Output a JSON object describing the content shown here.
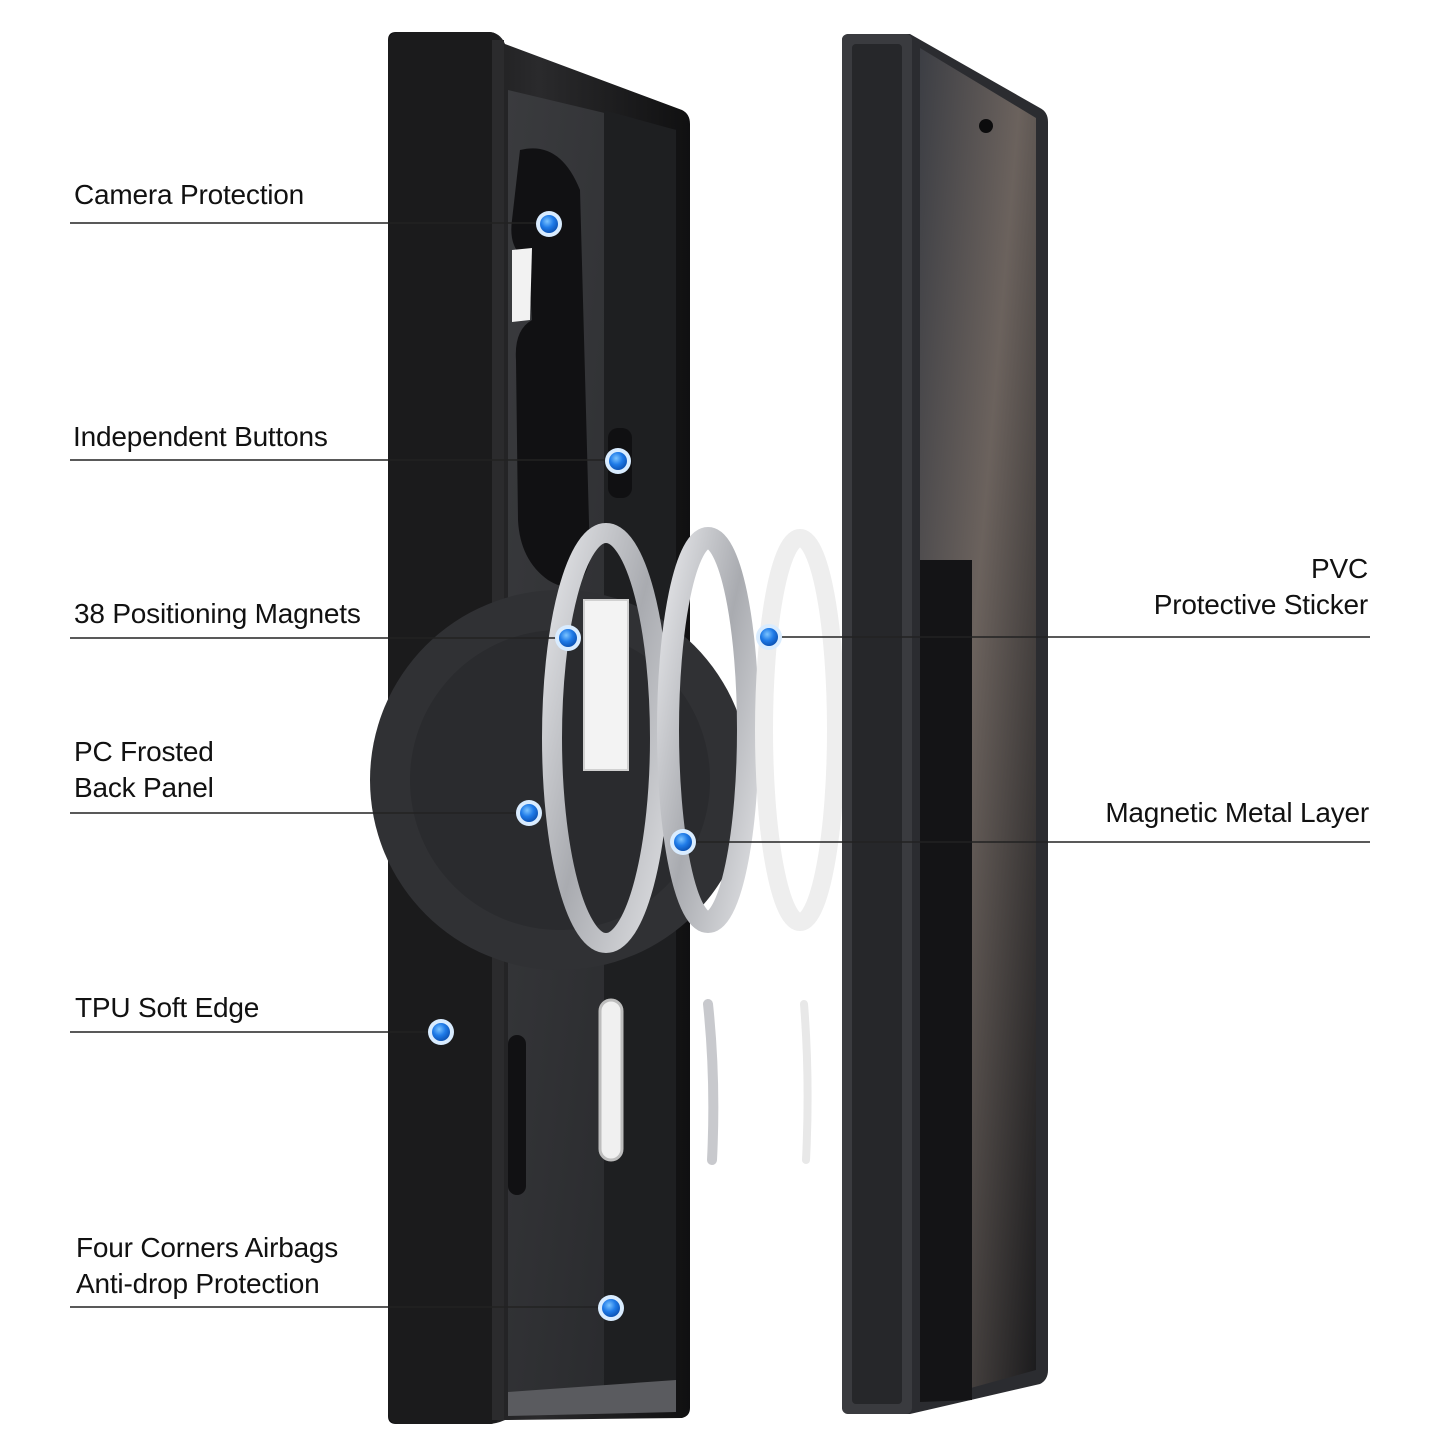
{
  "colors": {
    "background": "#ffffff",
    "case_black": "#1a1a1b",
    "case_inner": "#2e2f32",
    "marker_blue": "#1f7be8",
    "ring_silver": "#c9cbcf",
    "text": "#111111"
  },
  "callouts": {
    "camera_protection": {
      "lines": [
        "Camera Protection"
      ]
    },
    "independent_buttons": {
      "lines": [
        "Independent Buttons"
      ]
    },
    "positioning_magnets": {
      "lines": [
        "38 Positioning Magnets"
      ]
    },
    "pc_back_panel": {
      "lines": [
        "PC Frosted",
        "Back Panel"
      ]
    },
    "tpu_soft_edge": {
      "lines": [
        "TPU Soft Edge"
      ]
    },
    "four_corners": {
      "lines": [
        "Four Corners Airbags",
        "Anti-drop Protection"
      ]
    },
    "pvc_sticker": {
      "lines": [
        "PVC",
        "Protective Sticker"
      ]
    },
    "magnetic_layer": {
      "lines": [
        "Magnetic Metal Layer"
      ]
    }
  }
}
